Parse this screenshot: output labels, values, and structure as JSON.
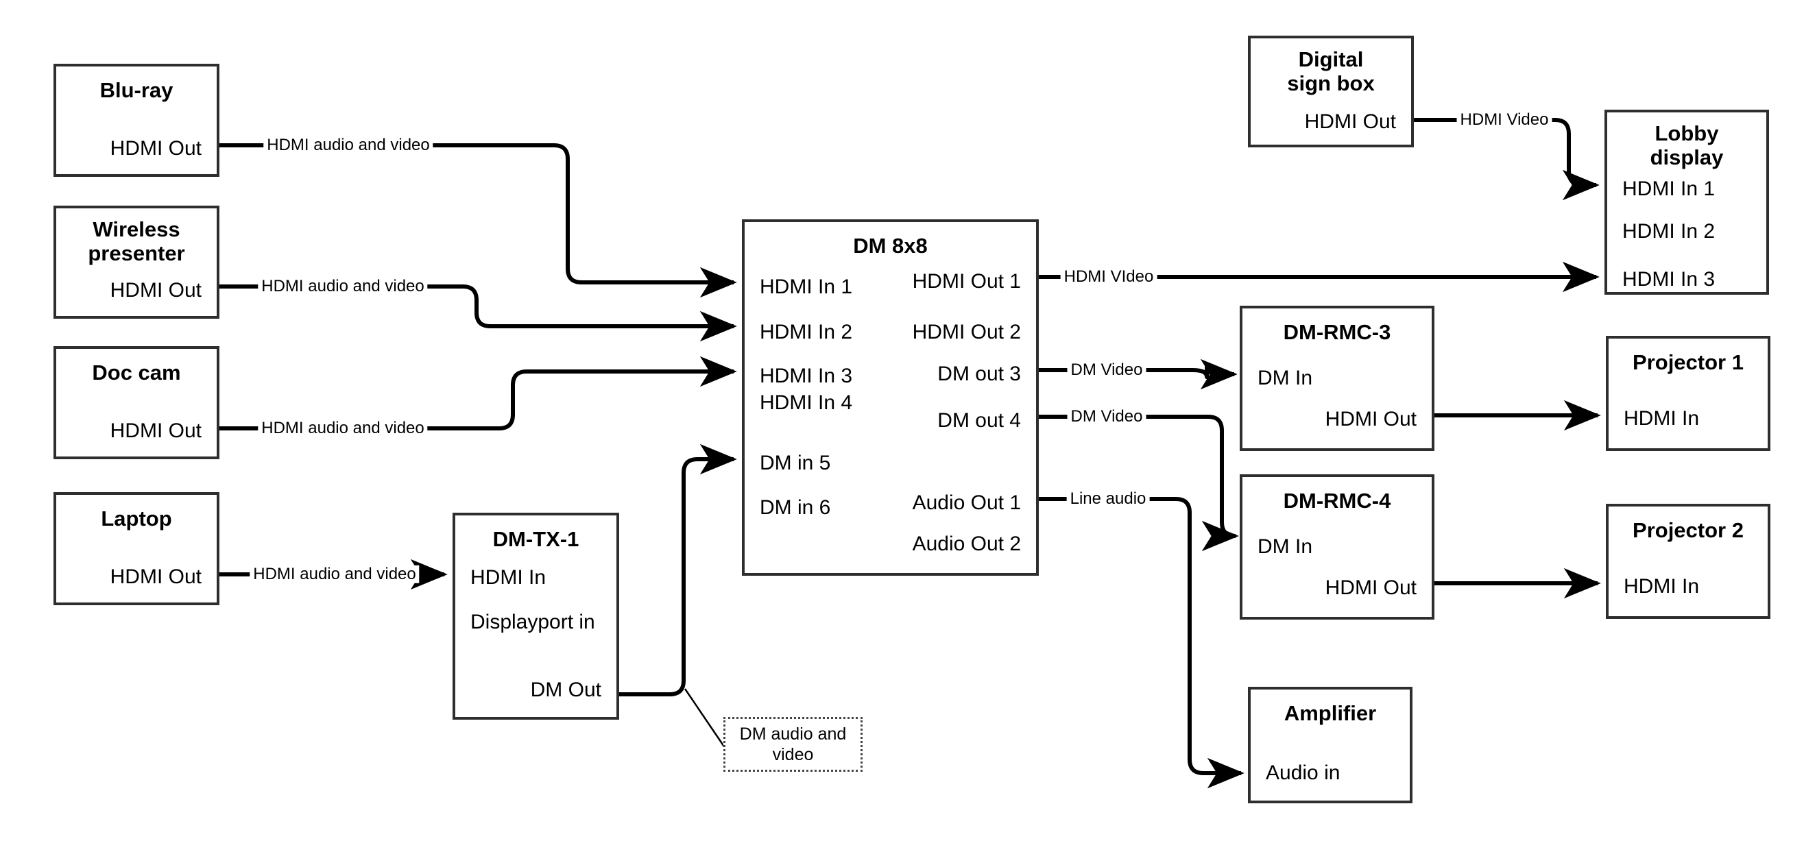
{
  "diagram": {
    "title": "AV signal flow diagram",
    "line_color": "#000000",
    "box_border_color": "#2e2e2e",
    "background": "#ffffff"
  },
  "nodes": {
    "bluray": {
      "title": "Blu-ray",
      "ports": [
        "HDMI Out"
      ]
    },
    "wireless": {
      "title": "Wireless presenter",
      "ports": [
        "HDMI Out"
      ]
    },
    "doccam": {
      "title": "Doc cam",
      "ports": [
        "HDMI Out"
      ]
    },
    "laptop": {
      "title": "Laptop",
      "ports": [
        "HDMI Out"
      ]
    },
    "dmtx1": {
      "title": "DM-TX-1",
      "ports": [
        "HDMI In",
        "Displayport in",
        "DM Out"
      ]
    },
    "dm8x8": {
      "title": "DM 8x8",
      "inputs": [
        "HDMI In 1",
        "HDMI In 2",
        "HDMI In 3",
        "HDMI In 4",
        "DM in 5",
        "DM in 6"
      ],
      "outputs": [
        "HDMI Out 1",
        "HDMI Out 2",
        "DM out 3",
        "DM out 4",
        "Audio Out 1",
        "Audio Out 2"
      ]
    },
    "digitalsign": {
      "title": "Digital sign box",
      "ports": [
        "HDMI Out"
      ]
    },
    "lobby": {
      "title": "Lobby display",
      "ports": [
        "HDMI In 1",
        "HDMI In 2",
        "HDMI In 3"
      ]
    },
    "rmc3": {
      "title": "DM-RMC-3",
      "ports": [
        "DM In",
        "HDMI Out"
      ]
    },
    "rmc4": {
      "title": "DM-RMC-4",
      "ports": [
        "DM In",
        "HDMI Out"
      ]
    },
    "projector1": {
      "title": "Projector 1",
      "ports": [
        "HDMI In"
      ]
    },
    "projector2": {
      "title": "Projector 2",
      "ports": [
        "HDMI In"
      ]
    },
    "amplifier": {
      "title": "Amplifier",
      "ports": [
        "Audio in"
      ]
    }
  },
  "wire_labels": {
    "bluray_to_in1": "HDMI audio and video",
    "wireless_to_in2": "HDMI audio and video",
    "doccam_to_in3": "HDMI audio and video",
    "laptop_to_dmtx1": "HDMI audio and video",
    "sign_to_lobby": "HDMI Video",
    "hdmiout1_to_lobby": "HDMI VIdeo",
    "dmout3_to_rmc3": "DM Video",
    "dmout4_to_rmc4": "DM Video",
    "audioout1_to_amp": "Line audio"
  },
  "callouts": {
    "dm_audio_video": "DM audio and video"
  }
}
